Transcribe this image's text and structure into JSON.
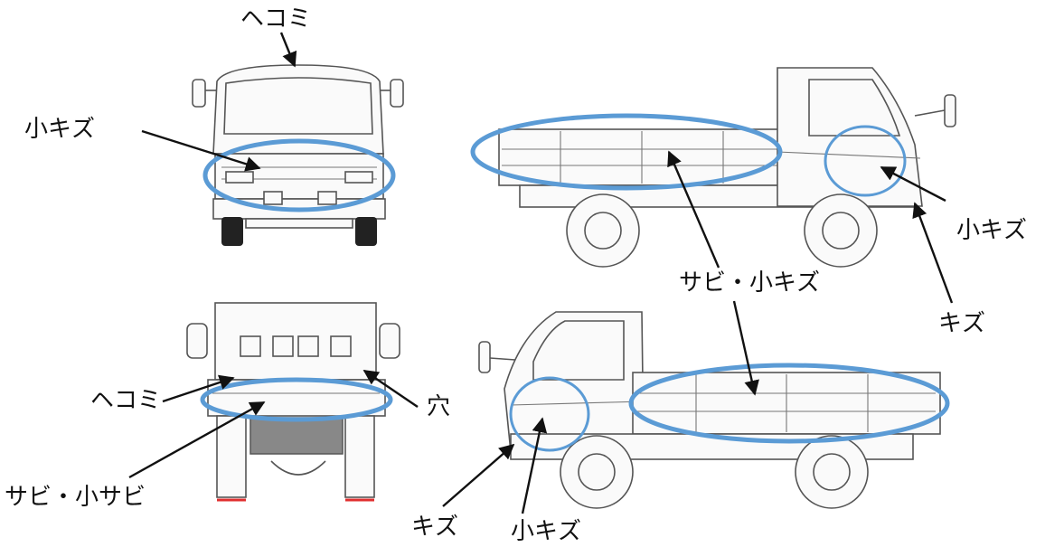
{
  "colors": {
    "highlight": "#5b9bd5",
    "rear_red": "#e03030"
  },
  "labels": {
    "front_top_dent": "ヘコミ",
    "front_small_scratch": "小キズ",
    "side_right_small_scratch": "小キズ",
    "side_right_bed_rust": "サビ・小キズ",
    "side_right_scratch": "キズ",
    "rear_dent": "ヘコミ",
    "rear_hole": "穴",
    "rear_rust": "サビ・小サビ",
    "side_left_scratch": "キズ",
    "side_left_small_scratch": "小キズ"
  }
}
